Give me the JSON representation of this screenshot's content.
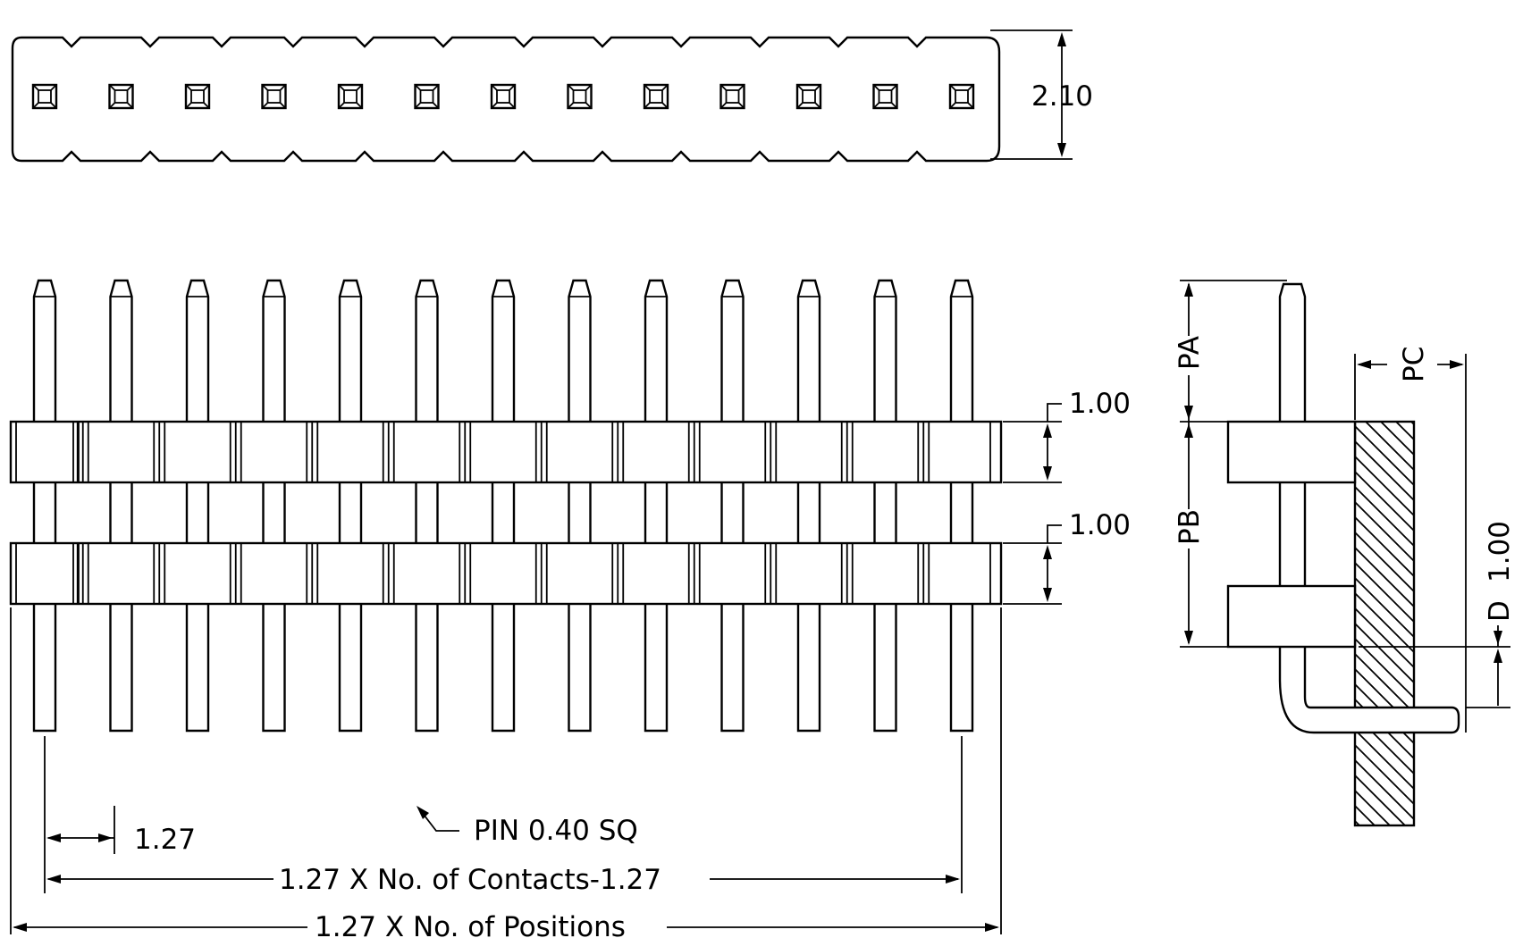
{
  "labels": {
    "width": "2.10",
    "spacing_top": "1.00",
    "spacing_bottom": "1.00",
    "pitch": "1.27",
    "pin": "PIN 0.40 SQ",
    "contacts": "1.27 X No. of Contacts-1.27",
    "positions": "1.27 X No. of Positions",
    "pa": "PA",
    "pb": "PB",
    "pc": "PC",
    "d": "D",
    "side_spacing": "1.00"
  },
  "pin_count": 13
}
